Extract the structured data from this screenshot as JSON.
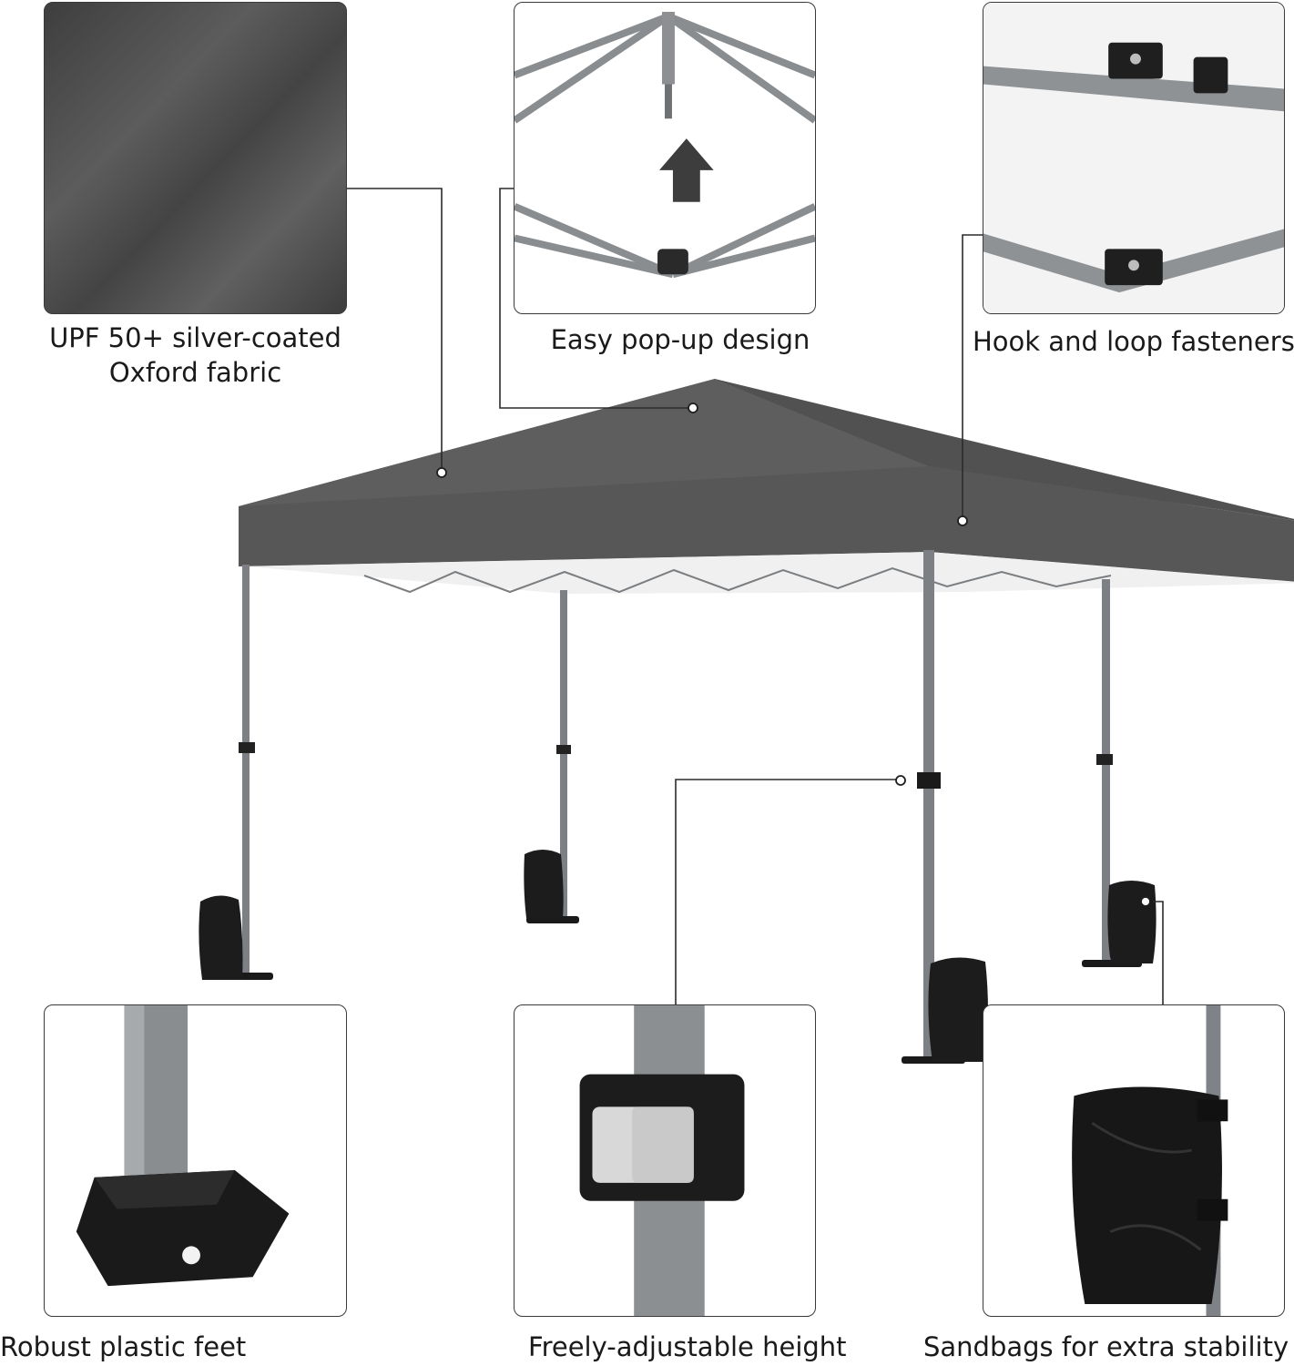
{
  "features": {
    "fabric": {
      "caption_line1": "UPF 50+ silver-coated",
      "caption_line2": "Oxford fabric"
    },
    "popup": {
      "caption": "Easy pop-up design"
    },
    "fasteners": {
      "caption": "Hook and loop fasteners"
    },
    "feet": {
      "caption": "Robust plastic feet"
    },
    "height": {
      "caption": "Freely-adjustable height"
    },
    "sandbags": {
      "caption": "Sandbags for extra stability"
    }
  },
  "colors": {
    "canopy": "#575757",
    "canopy_dark": "#4a4a4a",
    "frame": "#8a8d90",
    "sandbag": "#1c1c1c",
    "callout_line": "#2b2b2b"
  }
}
